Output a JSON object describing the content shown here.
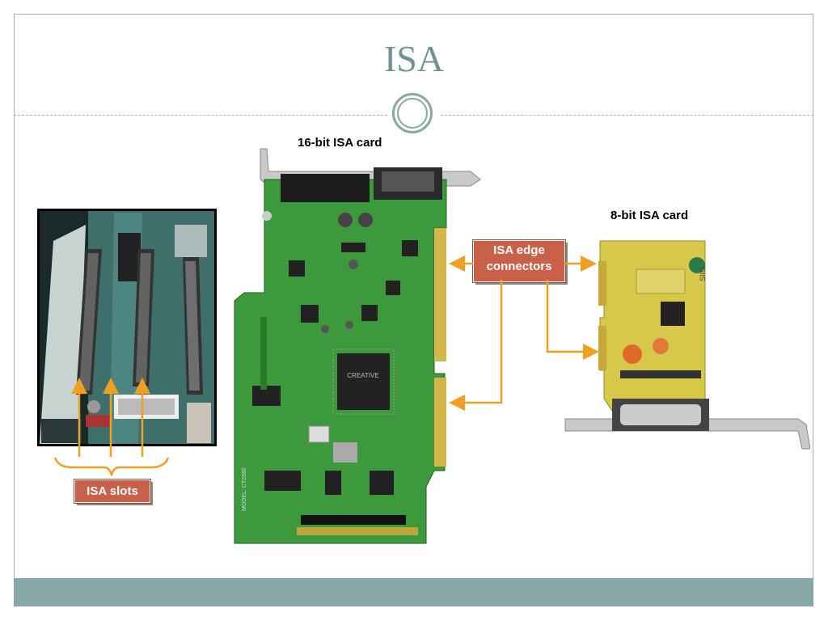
{
  "slide": {
    "title": "ISA"
  },
  "labels": {
    "card16": "16-bit ISA card",
    "card8": "8-bit ISA card",
    "edge_connectors": "ISA edge\nconnectors",
    "slots": "ISA slots"
  },
  "colors": {
    "accent": "#6f9294",
    "footer": "#87a8a8",
    "callout": "#c9604a",
    "arrow": "#f0a020",
    "pcb_green": "#3c9a3c",
    "pcb_yellow": "#d8c84a"
  },
  "card_markings": {
    "chip_brand": "CREATIVE",
    "model": "MODEL: CT2980",
    "card8_brand": "SIIG"
  }
}
